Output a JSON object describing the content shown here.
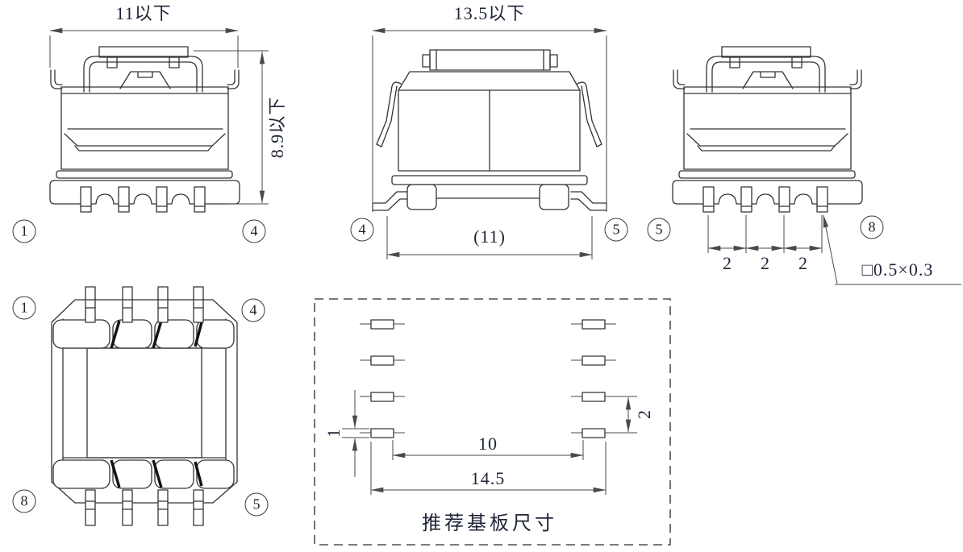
{
  "colors": {
    "line": "#343434",
    "text": "#1e2436"
  },
  "views": {
    "front_left": {
      "width_dim": "11以下",
      "height_dim": "8.9以下",
      "pin_left": "1",
      "pin_right": "4"
    },
    "side": {
      "width_dim": "13.5以下",
      "base_dim": "(11)",
      "pin_left": "4",
      "pin_right": "5"
    },
    "front_right": {
      "pin_left": "5",
      "pin_right": "8",
      "pitch": [
        "2",
        "2",
        "2"
      ],
      "terminal_callout": "□0.5×0.3"
    },
    "bottom": {
      "pin_top_left": "1",
      "pin_top_right": "4",
      "pin_bottom_left": "8",
      "pin_bottom_right": "5"
    },
    "footprint": {
      "title": "推荐基板尺寸",
      "pad_width_dim": "1",
      "inner_span_dim": "10",
      "outer_span_dim": "14.5",
      "row_pitch_dim": "2"
    }
  }
}
